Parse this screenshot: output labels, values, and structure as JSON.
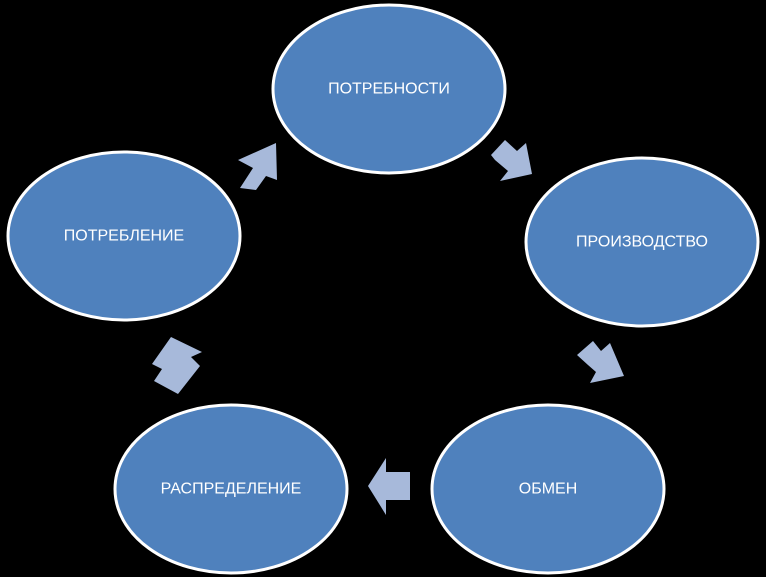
{
  "diagram": {
    "type": "cycle",
    "nodes": [
      {
        "id": "needs",
        "label": "ПОТРЕБНОСТИ"
      },
      {
        "id": "production",
        "label": "ПРОИЗВОДСТВО"
      },
      {
        "id": "exchange",
        "label": "ОБМЕН"
      },
      {
        "id": "distribution",
        "label": "РАСПРЕДЕЛЕНИЕ"
      },
      {
        "id": "consumption",
        "label": "ПОТРЕБЛЕНИЕ"
      }
    ],
    "edges": [
      {
        "from": "needs",
        "to": "production"
      },
      {
        "from": "production",
        "to": "exchange"
      },
      {
        "from": "exchange",
        "to": "distribution"
      },
      {
        "from": "distribution",
        "to": "consumption"
      },
      {
        "from": "consumption",
        "to": "needs"
      }
    ]
  },
  "colors": {
    "background": "#000000",
    "node_fill": "#4F81BD",
    "node_stroke": "#FFFFFF",
    "node_text": "#FFFFFF",
    "arrow_fill": "#A7B9DA"
  }
}
